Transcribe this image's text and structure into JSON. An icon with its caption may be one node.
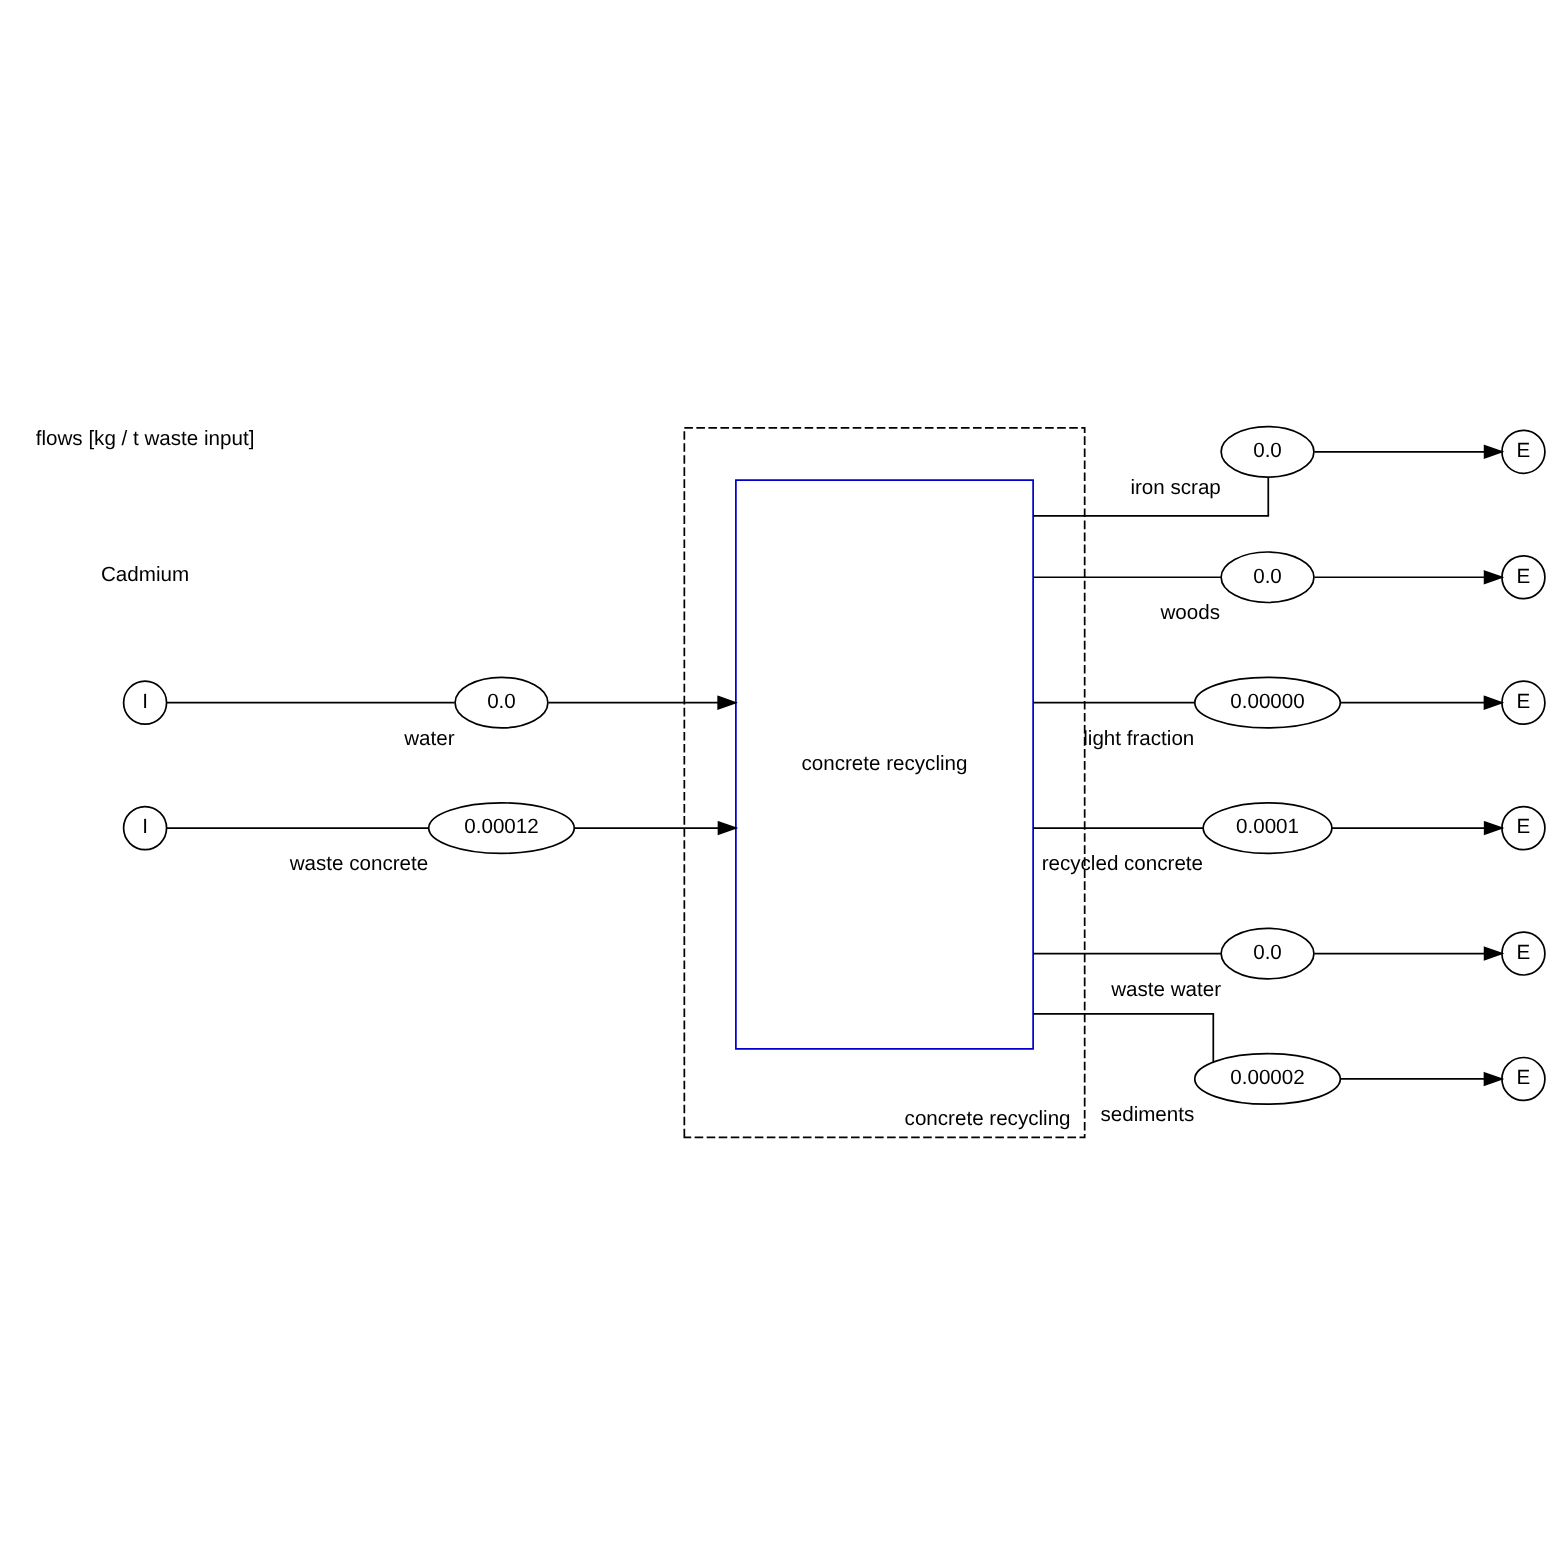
{
  "diagram": {
    "nodes": [
      {
        "text": [
          "concrete recycling"
        ]
      },
      {
        "text": [
          "concrete recycling"
        ],
        "in": 0
      },
      {
        "text": [
          "I"
        ]
      },
      {
        "text": [
          "0.0"
        ],
        "beside": [
          "water"
        ]
      },
      {
        "text": [
          "I"
        ]
      },
      {
        "text": [
          "0.00012"
        ],
        "beside": [
          "waste concrete"
        ]
      },
      {
        "text": [
          "0.0"
        ],
        "beside": [
          "iron scrap"
        ]
      },
      {
        "text": [
          "E"
        ]
      },
      {
        "text": [
          "0.0"
        ],
        "beside": [
          "woods"
        ]
      },
      {
        "text": [
          "E"
        ]
      },
      {
        "text": [
          "0.00000"
        ],
        "beside": [
          "light fraction"
        ]
      },
      {
        "text": [
          "E"
        ]
      },
      {
        "text": [
          "0.0001"
        ],
        "beside": [
          "recycled concrete"
        ]
      },
      {
        "text": [
          "E"
        ]
      },
      {
        "text": [
          "0.0"
        ],
        "beside": [
          "waste water"
        ]
      },
      {
        "text": [
          "E"
        ]
      },
      {
        "text": [
          "0.00002"
        ],
        "beside": [
          "sediments"
        ]
      },
      {
        "text": [
          "E"
        ]
      }
    ],
    "edges": [
      {
        "from": 2,
        "to": 3,
        "arrow": "none"
      },
      {
        "from": 3,
        "to": 1,
        "arrow": "to"
      },
      {
        "from": 4,
        "to": 5,
        "arrow": "none"
      },
      {
        "from": 5,
        "to": 1,
        "arrow": "to"
      },
      {
        "from": 1,
        "to": 6,
        "arrow": "none"
      },
      {
        "from": 6,
        "to": 7,
        "arrow": "to"
      },
      {
        "from": 1,
        "to": 8,
        "arrow": "none"
      },
      {
        "from": 8,
        "to": 9,
        "arrow": "to"
      },
      {
        "from": 1,
        "to": 10,
        "arrow": "none"
      },
      {
        "from": 10,
        "to": 11,
        "arrow": "to"
      },
      {
        "from": 1,
        "to": 12,
        "arrow": "none"
      },
      {
        "from": 12,
        "to": 13,
        "arrow": "to"
      },
      {
        "from": 1,
        "to": 14,
        "arrow": "none"
      },
      {
        "from": 14,
        "to": 15,
        "arrow": "to"
      },
      {
        "from": 1,
        "to": 16,
        "arrow": "none"
      },
      {
        "from": 16,
        "to": 17,
        "arrow": "to"
      }
    ],
    "labels": [
      "Cadmium",
      "flows [kg / t waste input]"
    ]
  }
}
